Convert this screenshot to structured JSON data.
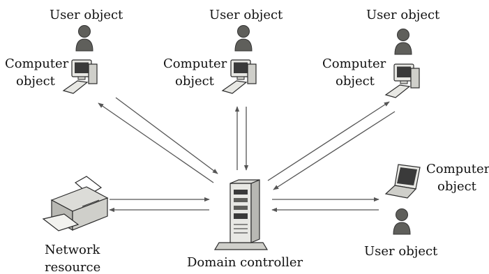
{
  "labels": {
    "user": "User object",
    "computer_line1": "Computer",
    "computer_line2": "object",
    "network_line1": "Network",
    "network_line2": "resource",
    "domain_controller": "Domain controller"
  },
  "colors": {
    "arrow": "#555555",
    "user_icon": "#5f5f5b",
    "monitor": "#3a3a3a",
    "device_light": "#e8e8e4",
    "device_mid": "#cfcfca",
    "outline": "#2a2a2a"
  },
  "nodes": [
    {
      "id": "top-left",
      "icons": [
        "user-icon",
        "desktop-computer-icon"
      ]
    },
    {
      "id": "top-center",
      "icons": [
        "user-icon",
        "desktop-computer-icon"
      ]
    },
    {
      "id": "top-right",
      "icons": [
        "user-icon",
        "desktop-computer-icon"
      ]
    },
    {
      "id": "right",
      "icons": [
        "laptop-icon",
        "user-icon"
      ]
    },
    {
      "id": "left",
      "icons": [
        "printer-icon"
      ]
    },
    {
      "id": "center",
      "icons": [
        "server-icon"
      ]
    }
  ]
}
